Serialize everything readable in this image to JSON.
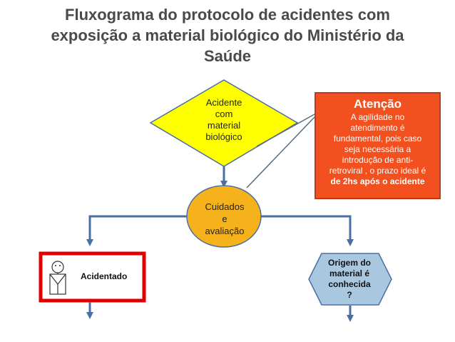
{
  "title": {
    "line1": "Fluxograma do protocolo de acidentes com",
    "line2": "exposição a material biológico  do Ministério da",
    "line3": "Saúde"
  },
  "nodes": {
    "decision": {
      "lines": [
        "Acidente",
        "com",
        "material",
        "biológico"
      ],
      "color": "#ffff00"
    },
    "care": {
      "lines": [
        "Cuidados",
        "e",
        "avaliação"
      ],
      "color": "#f5b21a"
    },
    "victim": {
      "label": "Acidentado",
      "border_color": "#e00000"
    },
    "origin": {
      "lines": [
        "Origem do",
        "material é",
        "conhecida",
        "?"
      ],
      "color": "#a9c8df"
    }
  },
  "callout": {
    "heading": "Atenção",
    "lines": [
      "A agilidade no",
      "atendimento é",
      "fundamental, pois caso",
      "seja necessária a",
      "introdução de anti-",
      "retroviral , o prazo ideal é"
    ],
    "emphasis": "de 2hs após o acidente",
    "color": "#f2501e"
  },
  "colors": {
    "connector": "#4a6fa5",
    "title": "#4a4a4a"
  }
}
